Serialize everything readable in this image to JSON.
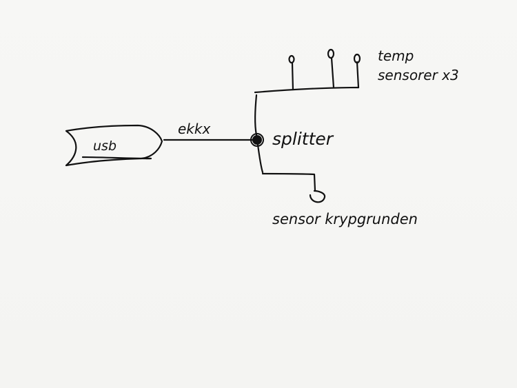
{
  "diagram": {
    "device_label": "usb",
    "cable_label": "ekkx",
    "splitter_label": "splitter",
    "temp_sensors_label_line1": "temp",
    "temp_sensors_label_line2": "sensorer x3",
    "crawlspace_sensor_label": "sensor krypgrunden",
    "ink_color": "#111111",
    "paper_color": "#f6f6f4"
  }
}
